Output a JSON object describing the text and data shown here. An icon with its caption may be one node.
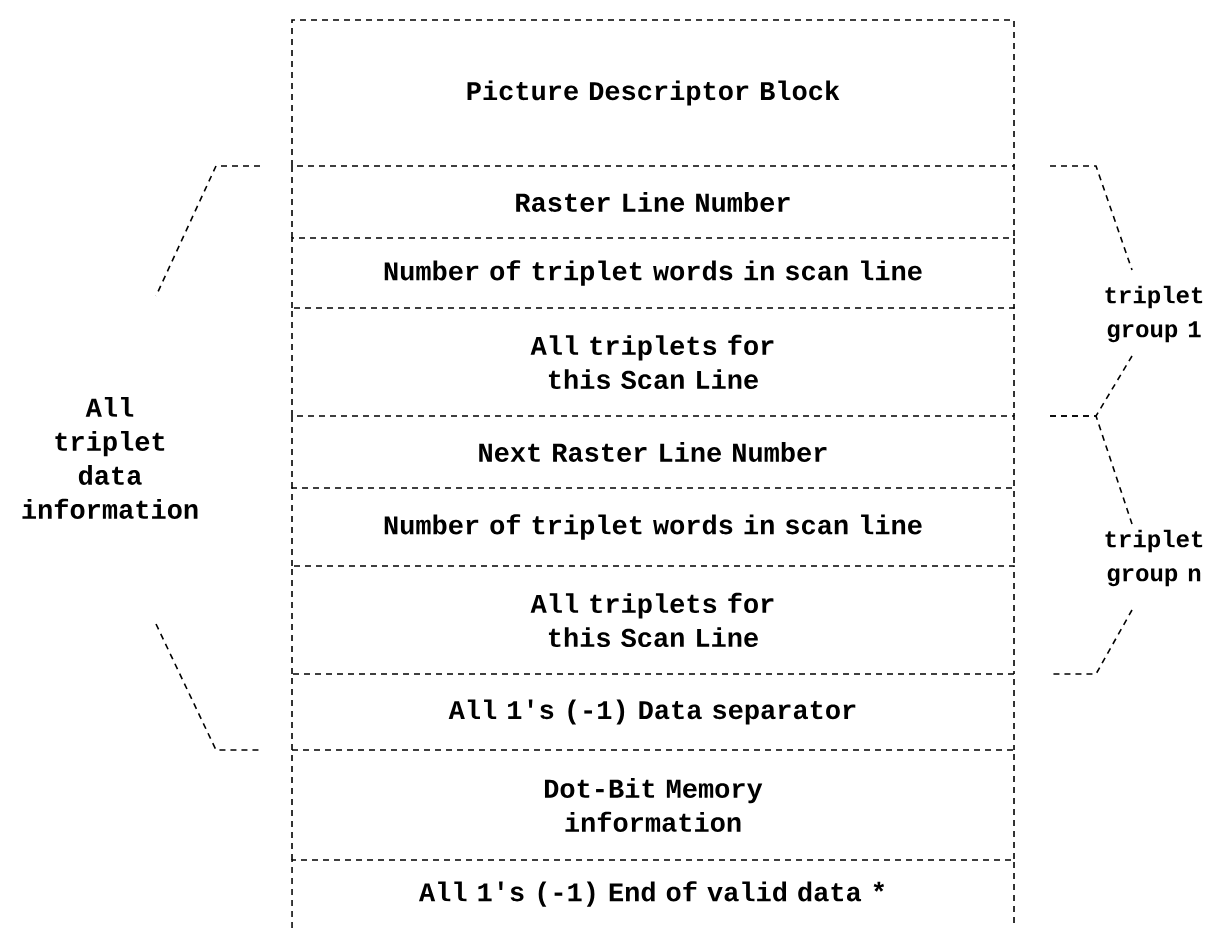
{
  "diagram": {
    "nodes": [
      {
        "text": [
          "Picture Descriptor Block"
        ]
      },
      {
        "text": [
          "Raster Line Number"
        ]
      },
      {
        "text": [
          "Number of triplet words in scan line"
        ]
      },
      {
        "text": [
          "All triplets for this Scan Line"
        ]
      },
      {
        "text": [
          "Next Raster Line Number"
        ]
      },
      {
        "text": [
          "Number of triplet words in scan line"
        ]
      },
      {
        "text": [
          "All triplets for this Scan Line"
        ]
      },
      {
        "text": [
          "All 1's (-1) Data separator"
        ]
      },
      {
        "text": [
          "Dot-Bit Memory information"
        ]
      },
      {
        "text": [
          "All 1's (-1) End of valid data *"
        ]
      }
    ],
    "labels": [
      "All triplet data information",
      "triplet group 1",
      "triplet group n"
    ]
  }
}
